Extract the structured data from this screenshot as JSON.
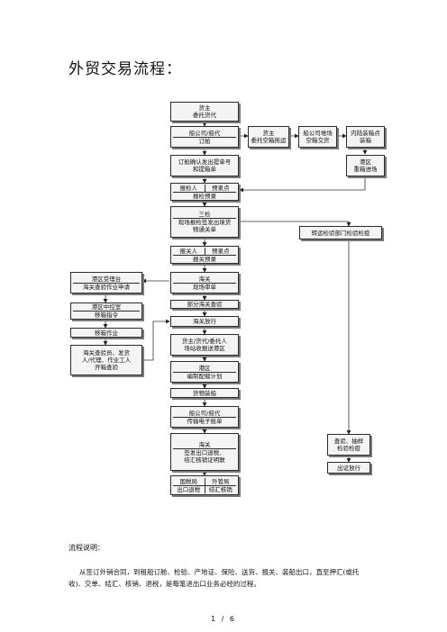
{
  "title": "外贸交易流程：",
  "flow": {
    "shipper": [
      "货主",
      "委托货代"
    ],
    "carrier_booking": [
      "船公司/船代",
      "订舱"
    ],
    "shipper_container": [
      "货主",
      "委托空箱拖运"
    ],
    "carrier_yard": [
      "船公司堆场",
      "空箱交货"
    ],
    "inland_depot": [
      "内陆装箱点",
      "装箱"
    ],
    "booking_confirm": [
      "订舱确认发出提单号",
      "和提箱单"
    ],
    "yard_heavy": [
      "港区",
      "重箱进场"
    ],
    "pre_inspect_head": [
      "报检人",
      "预录点"
    ],
    "pre_inspect_body": "报检预录",
    "ciq_head": "三检",
    "ciq_body": [
      "现场报检签发出境货",
      "物通关单"
    ],
    "quarantine": "转运检验部门检验检疫",
    "customs_pre_head": [
      "报关人",
      "预录点"
    ],
    "customs_pre_body": "报关预录",
    "customs_review": [
      "海关",
      "现场审单"
    ],
    "port_dispatch": [
      "港区受理台",
      "海关查验作业申请"
    ],
    "partial_inspect": "部分海关查验",
    "customs_release": "海关放行",
    "yard_control": [
      "港区中控室",
      "移箱指令"
    ],
    "move_box": "移箱作业",
    "inspect_crew": [
      "海关查验员、发货",
      "人/代理、作业工人",
      "开箱查验"
    ],
    "delivery": [
      "货主/货代/委托人",
      "场站收据送港区"
    ],
    "port_plan": [
      "港区",
      "编制配载计划"
    ],
    "loading": "货物装船",
    "manifest": [
      "船公司/船代",
      "传输电子舱单"
    ],
    "sample_check": [
      "查验、抽样",
      "检验检疫"
    ],
    "release_cert": "出证放行",
    "customs_docs": [
      "海关",
      "签发出口退税、",
      "结汇核销证明联"
    ],
    "tax_bureau": [
      "国税局",
      "出口退税"
    ],
    "fx_bureau": [
      "外管局",
      "结汇核销"
    ]
  },
  "description": {
    "label": "流程说明：",
    "text": "从签订外销合同，到租船订舱、检验、产地证、保险、送货、报关、装船出口，直至押汇(或托收)、交单、结汇、核销、退税，是每笔进出口业务必经的过程。"
  },
  "page_number": "1 / 6"
}
